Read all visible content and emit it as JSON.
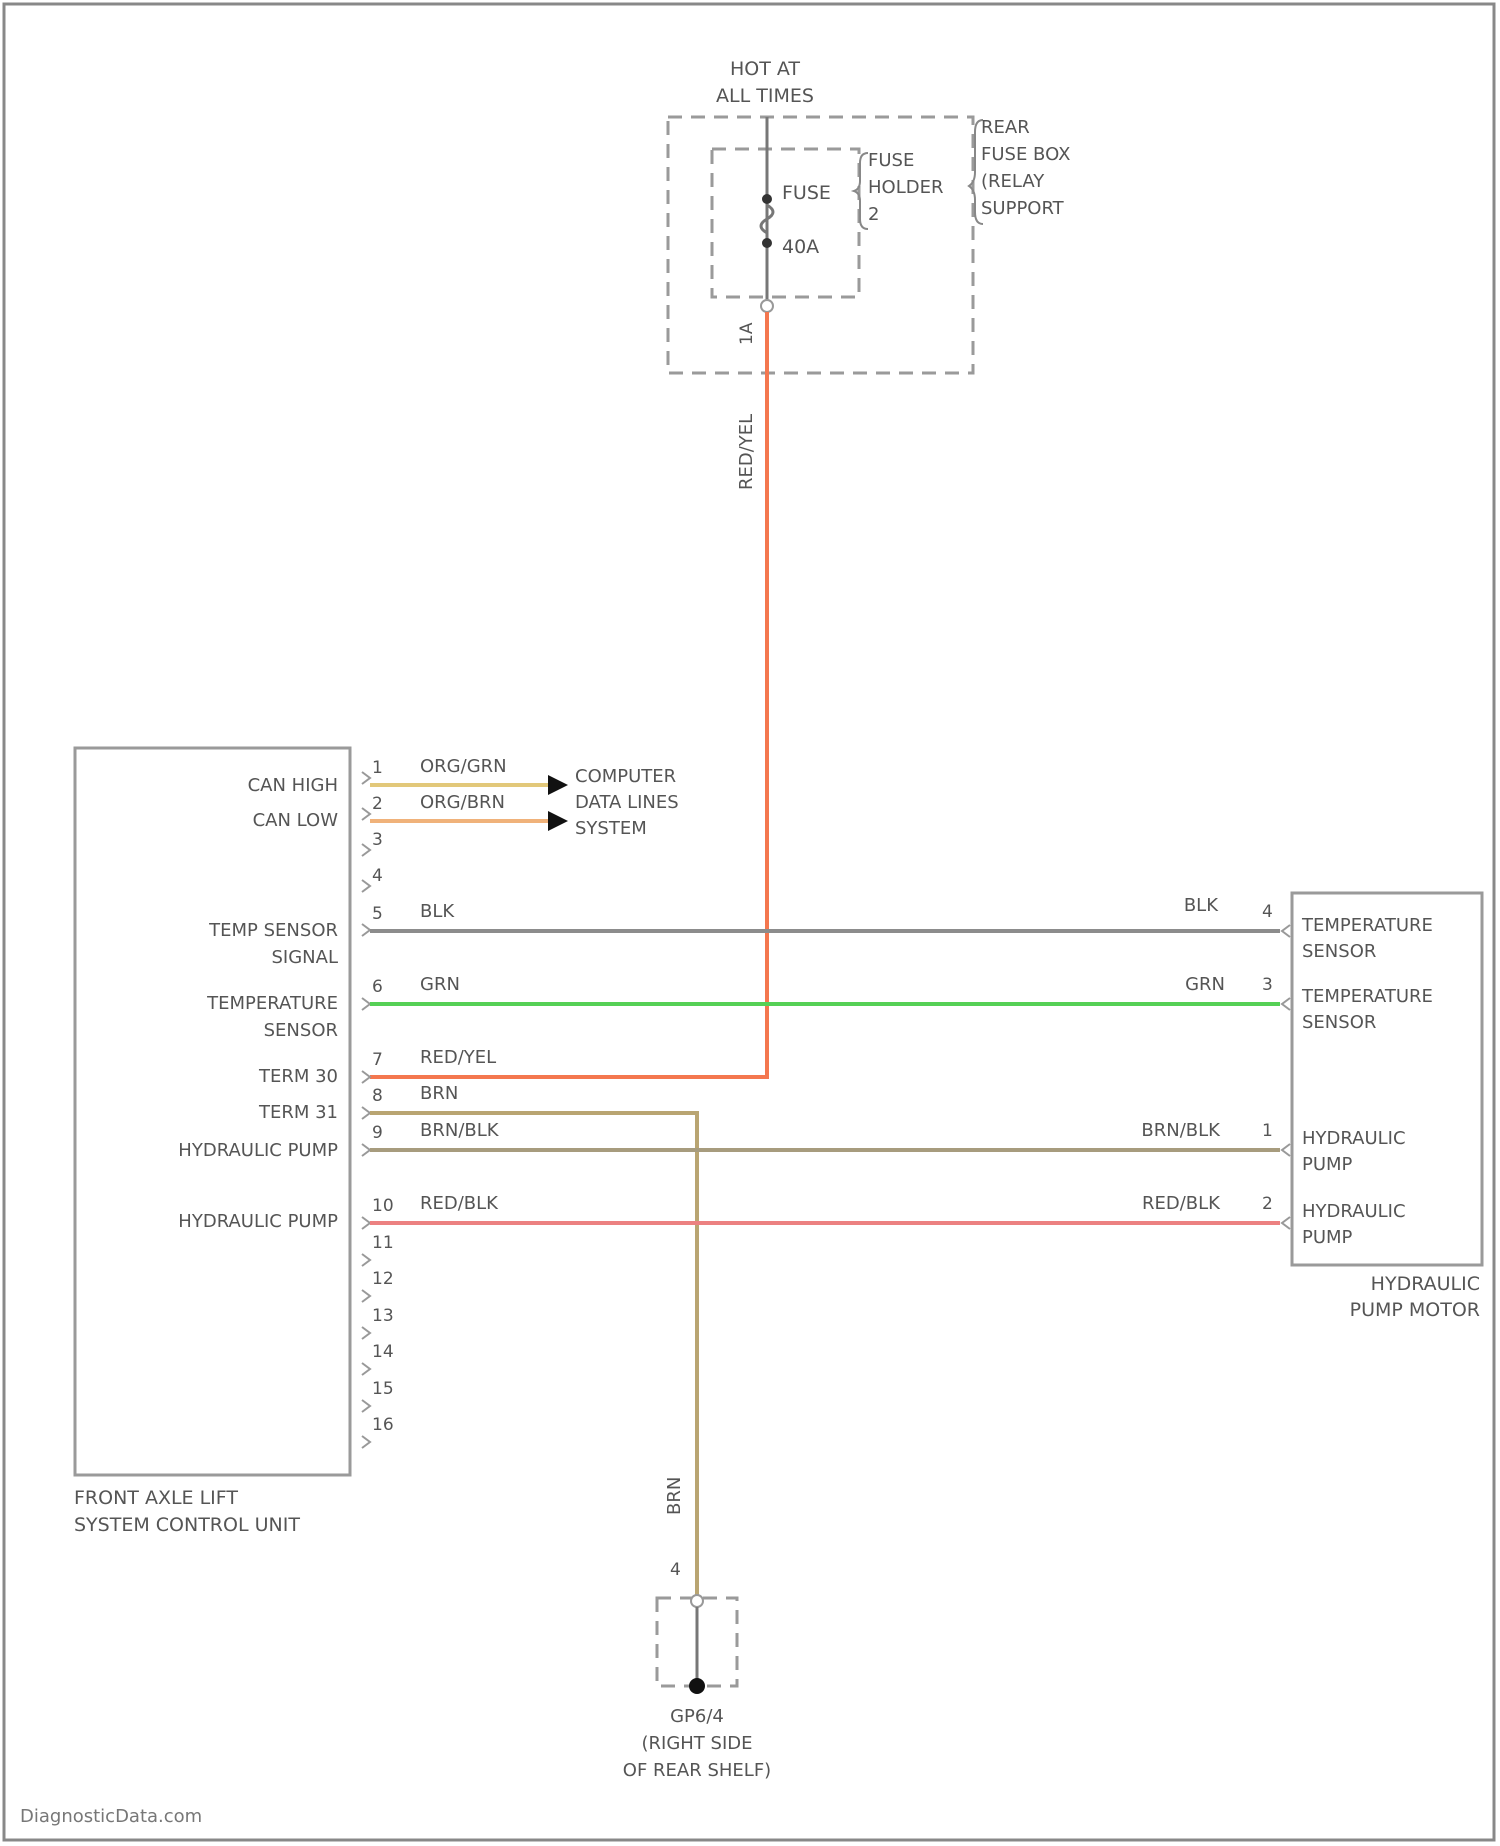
{
  "page": {
    "border_color": "#888888"
  },
  "power": {
    "hot_line1": "HOT AT",
    "hot_line2": "ALL TIMES",
    "fuse_label": "FUSE",
    "fuse_rating": "40A",
    "fuse_holder_line1": "FUSE",
    "fuse_holder_line2": "HOLDER",
    "fuse_holder_line3": "2",
    "fuse_box_line1": "REAR",
    "fuse_box_line2": "FUSE BOX",
    "fuse_box_line3": "(RELAY",
    "fuse_box_line4": "SUPPORT",
    "fuse_pin": "1A",
    "supply_wire": "RED/YEL"
  },
  "control_unit": {
    "name_line1": "FRONT AXLE LIFT",
    "name_line2": "SYSTEM CONTROL UNIT",
    "labels": {
      "can_high": "CAN HIGH",
      "can_low": "CAN LOW",
      "temp_signal_1": "TEMP SENSOR",
      "temp_signal_2": "SIGNAL",
      "temp_sensor_1": "TEMPERATURE",
      "temp_sensor_2": "SENSOR",
      "term30": "TERM 30",
      "term31": "TERM 31",
      "pump_a": "HYDRAULIC PUMP",
      "pump_b": "HYDRAULIC PUMP"
    },
    "pins": [
      "1",
      "2",
      "3",
      "4",
      "5",
      "6",
      "7",
      "8",
      "9",
      "10",
      "11",
      "12",
      "13",
      "14",
      "15",
      "16"
    ]
  },
  "data_lines": {
    "wire1": "ORG/GRN",
    "wire2": "ORG/BRN",
    "dest_line1": "COMPUTER",
    "dest_line2": "DATA LINES",
    "dest_line3": "SYSTEM"
  },
  "wires": {
    "pin5": "BLK",
    "pin6": "GRN",
    "pin7": "RED/YEL",
    "pin8": "BRN",
    "pin9": "BRN/BLK",
    "pin10": "RED/BLK",
    "ground_wire": "BRN"
  },
  "wire_colors": {
    "org_grn": "#e2c87a",
    "org_brn": "#f0b27a",
    "blk": "#8c8c8c",
    "grn": "#55d055",
    "red_yel": "#f4774f",
    "brn": "#b9a572",
    "brn_blk": "#a79c7e",
    "red_blk": "#ec8181"
  },
  "motor": {
    "name_line1": "HYDRAULIC",
    "name_line2": "PUMP MOTOR",
    "pins": {
      "p4": "4",
      "p3": "3",
      "p1": "1",
      "p2": "2"
    },
    "labels": {
      "p4_1": "TEMPERATURE",
      "p4_2": "SENSOR",
      "p3_1": "TEMPERATURE",
      "p3_2": "SENSOR",
      "p1_1": "HYDRAULIC",
      "p1_2": "PUMP",
      "p2_1": "HYDRAULIC",
      "p2_2": "PUMP"
    }
  },
  "ground": {
    "pin": "4",
    "name_line1": "GP6/4",
    "name_line2": "(RIGHT SIDE",
    "name_line3": "OF REAR SHELF)"
  },
  "watermark": "DiagnosticData.com"
}
